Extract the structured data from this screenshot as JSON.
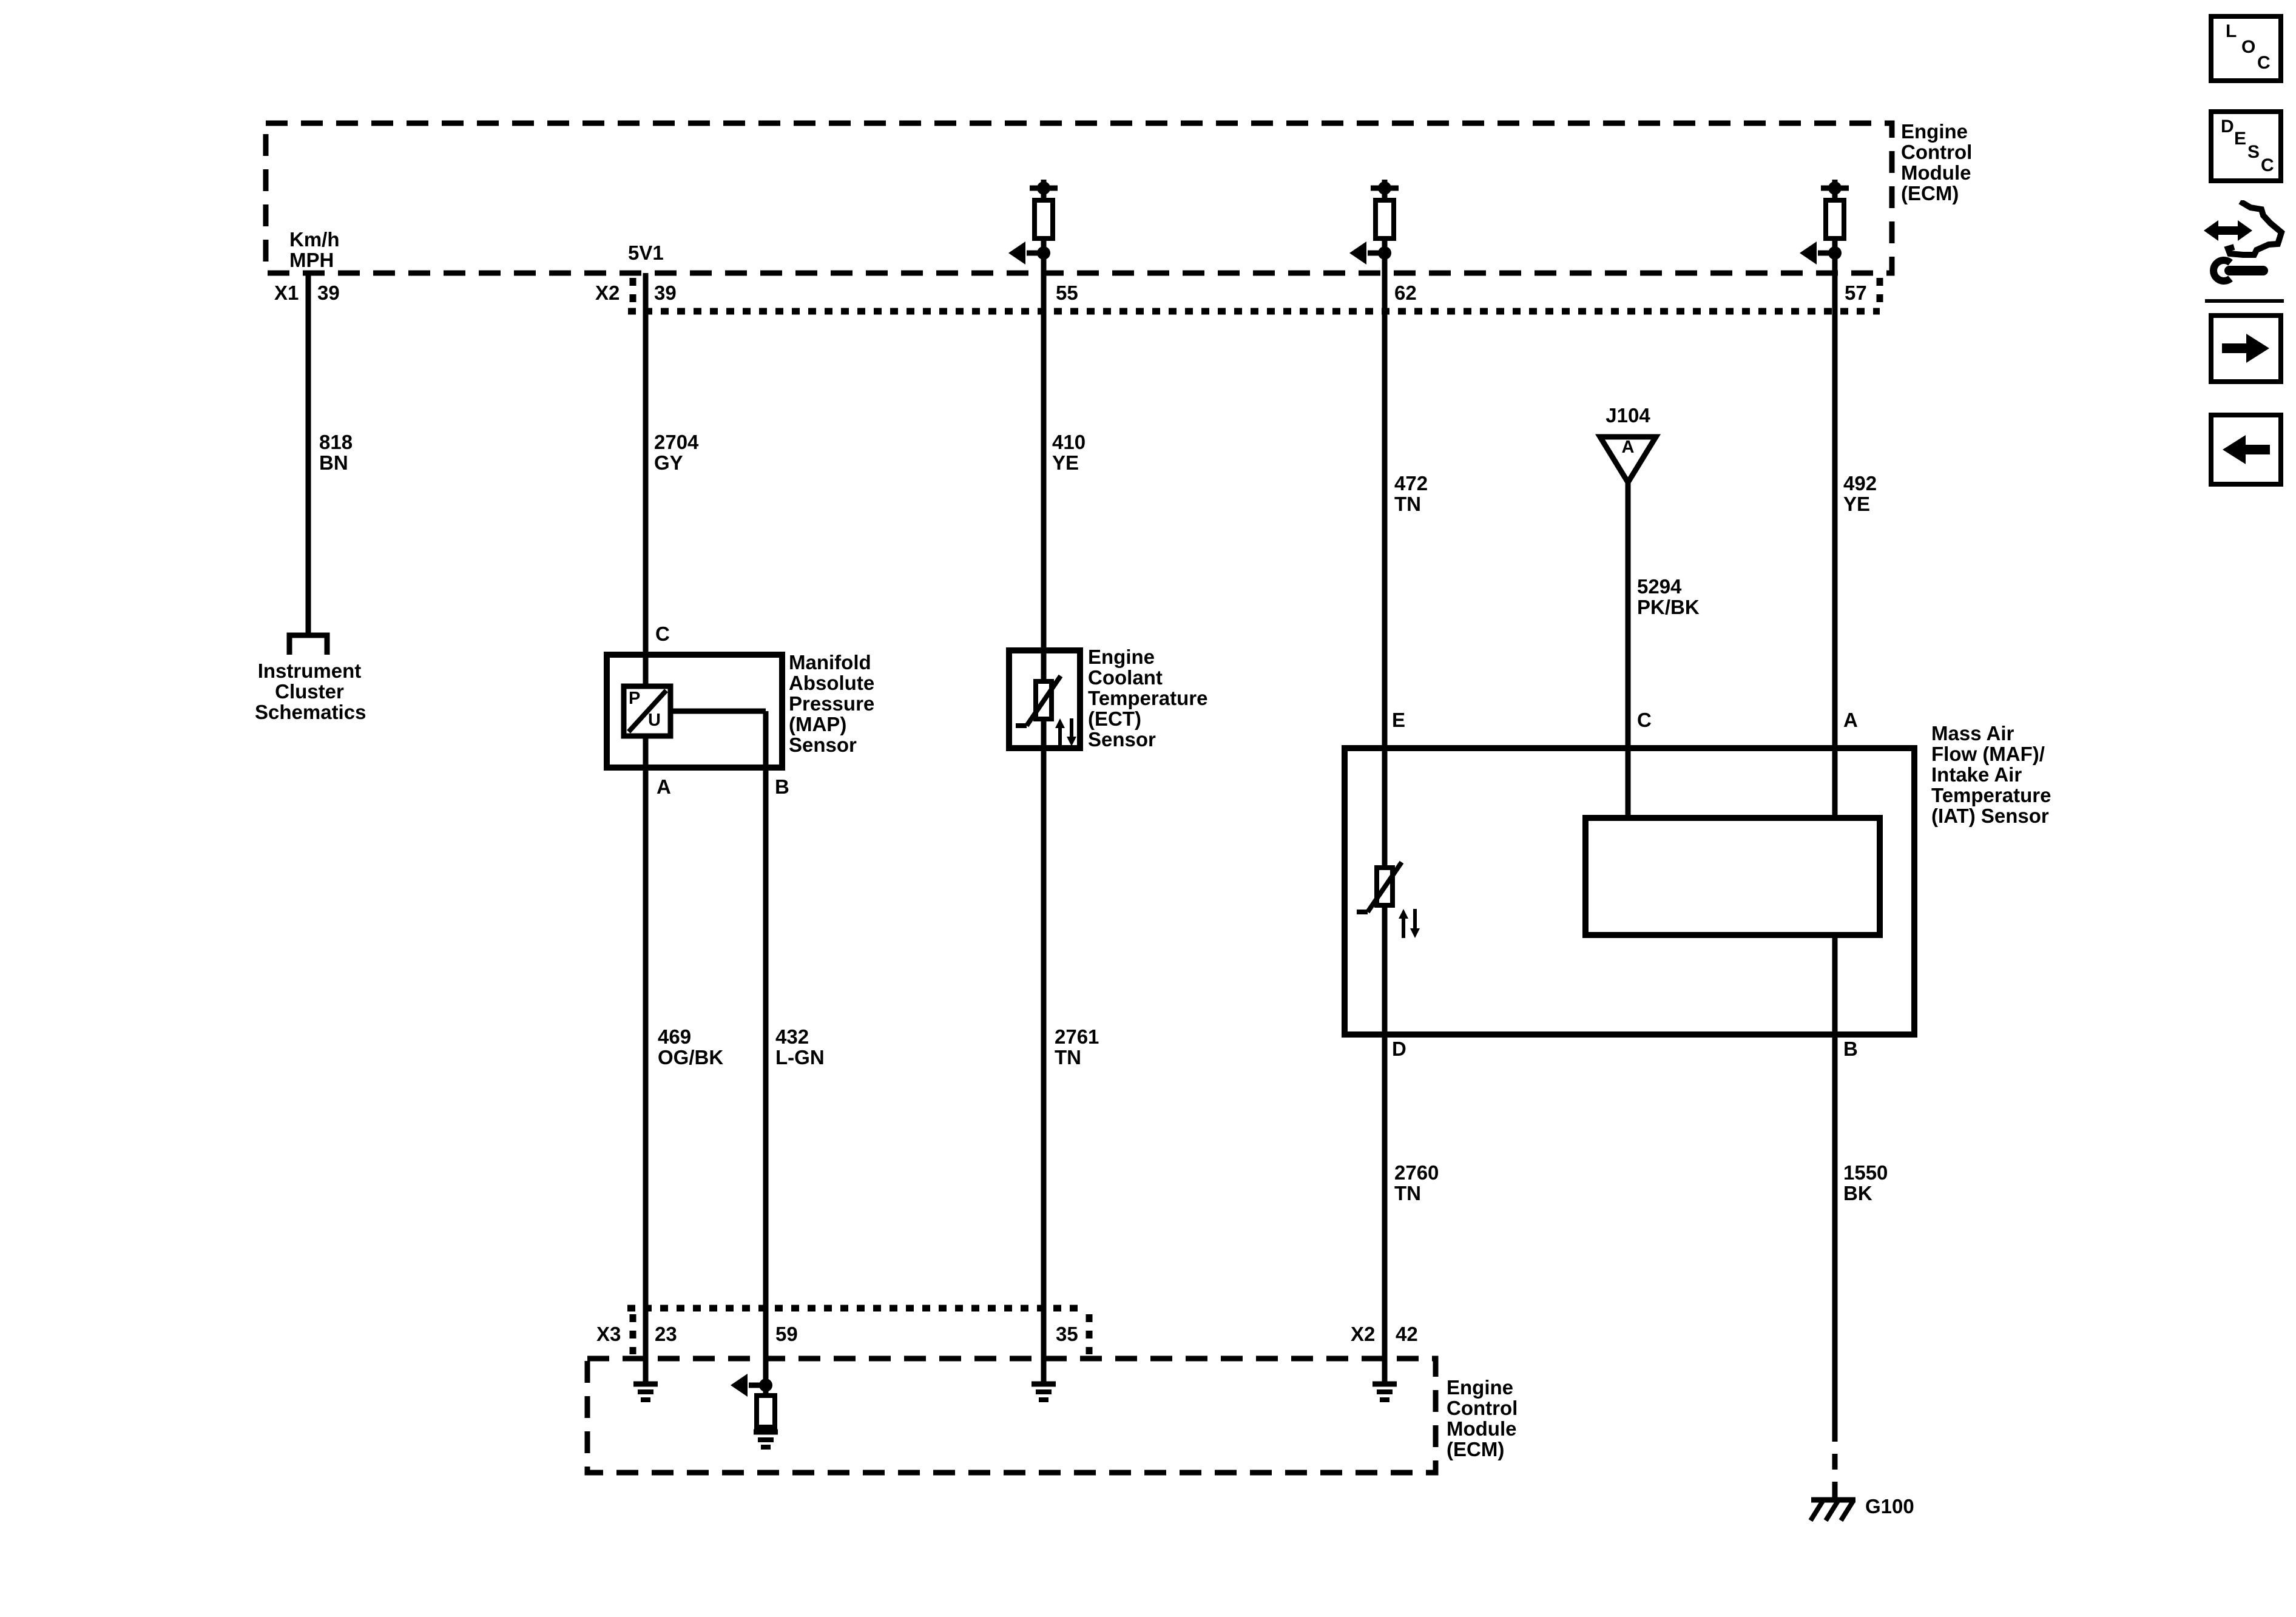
{
  "colors": {
    "line": "#000000",
    "background": "#ffffff"
  },
  "ecm_top": {
    "label": "Engine\nControl\nModule\n(ECM)",
    "speed_signal": "Km/h\nMPH",
    "ref_5v": "5V1",
    "pins": {
      "x1": "X1",
      "x1_pin": "39",
      "x2": "X2",
      "x2_pin": "39",
      "pin55": "55",
      "pin62": "62",
      "pin57": "57"
    }
  },
  "ecm_bottom": {
    "label": "Engine\nControl\nModule\n(ECM)",
    "pins": {
      "x3": "X3",
      "pin23": "23",
      "pin59": "59",
      "pin35": "35",
      "x2": "X2",
      "pin42": "42"
    }
  },
  "wires": {
    "w818": "818\nBN",
    "w2704": "2704\nGY",
    "w410": "410\nYE",
    "w472": "472\nTN",
    "w492": "492\nYE",
    "w5294": "5294\nPK/BK",
    "w469": "469\nOG/BK",
    "w432": "432\nL-GN",
    "w2761": "2761\nTN",
    "w2760": "2760\nTN",
    "w1550": "1550\nBK"
  },
  "splice": {
    "name": "J104",
    "cavity": "A"
  },
  "map_sensor": {
    "label": "Manifold\nAbsolute\nPressure\n(MAP)\nSensor",
    "symbol_p": "P",
    "symbol_u": "U",
    "pins": {
      "c": "C",
      "a": "A",
      "b": "B"
    }
  },
  "ect_sensor": {
    "label": "Engine\nCoolant\nTemperature\n(ECT)\nSensor"
  },
  "maf_sensor": {
    "label": "Mass Air\nFlow (MAF)/\nIntake Air\nTemperature\n(IAT) Sensor",
    "pins": {
      "e": "E",
      "c": "C",
      "a": "A",
      "d": "D",
      "b": "B"
    }
  },
  "instrument_cluster": {
    "label": "Instrument\nCluster\nSchematics"
  },
  "ground": {
    "g100": "G100"
  },
  "icons": {
    "loc": {
      "letters": [
        "L",
        "O",
        "C"
      ]
    },
    "desc": {
      "letters": [
        "D",
        "E",
        "S",
        "C"
      ]
    }
  }
}
